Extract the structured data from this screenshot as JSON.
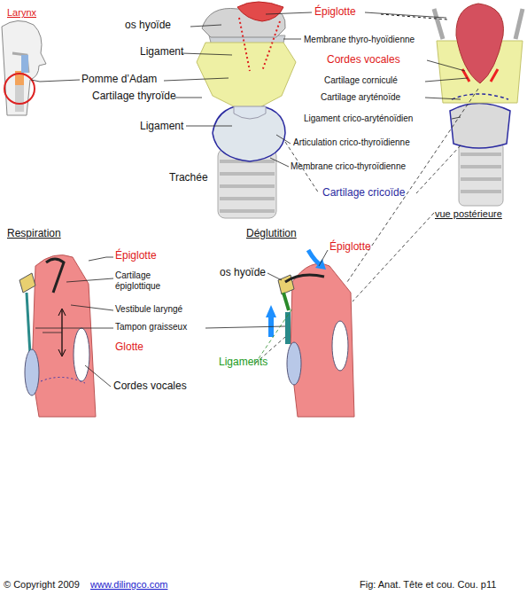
{
  "diagram": {
    "caption": "Fig:  Anat. Tête et cou. Cou. p11",
    "labels": [
      "Larynx",
      "os hyoïde",
      "Ligament",
      "Pomme d’Adam",
      "Cartilage thyroïde",
      "Ligament",
      "Trachée",
      "Épiglotte",
      "Membrane thyro-hyoïdienne",
      "Cordes vocales",
      "Cartilage corniculé",
      "Cartilage aryténoïde",
      "Ligament crico-aryténoïdien",
      "Articulation crico-thyroïdienne",
      "Membrane crico-thyroïdienne",
      "Cartilage cricoïde",
      "vue postérieure",
      "Respiration",
      "Épiglotte",
      "Cartilage épiglottique",
      "Vestibule laryngé",
      "Tampon graisseux",
      "Glotte",
      "Cordes vocales",
      "Déglutition",
      "os hyoïde",
      "Épiglotte",
      "Ligaments",
      "© Copyright 2009",
      "www.dilingco.com"
    ]
  }
}
